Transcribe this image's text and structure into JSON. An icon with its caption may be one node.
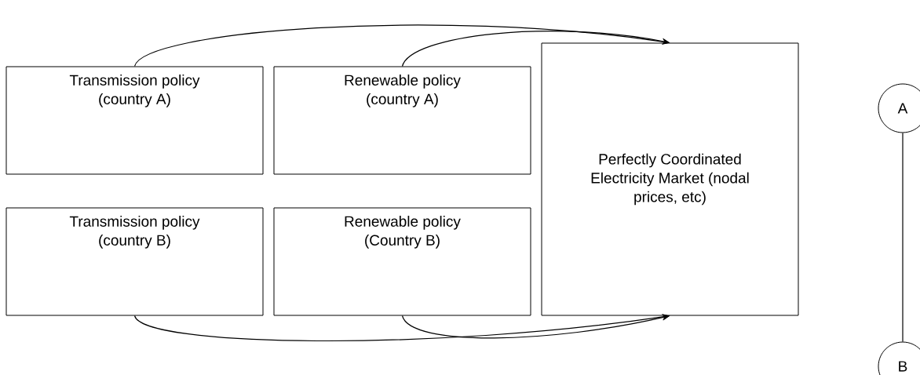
{
  "diagram": {
    "nodes": [
      {
        "text": [
          "Transmission policy (country A)"
        ]
      },
      {
        "text": [
          "Renewable policy (country A)"
        ]
      },
      {
        "text": [
          "Transmission policy (country B)"
        ]
      },
      {
        "text": [
          "Renewable policy (Country B)"
        ]
      },
      {
        "text": [
          "Perfectly Coordinated Electricity Market (nodal prices, etc)"
        ]
      },
      {
        "text": [
          "A"
        ]
      },
      {
        "text": [
          "B"
        ]
      }
    ],
    "edges": [
      {
        "from": 0,
        "to": 4,
        "arrow": "to"
      },
      {
        "from": 1,
        "to": 4,
        "arrow": "to"
      },
      {
        "from": 2,
        "to": 4,
        "arrow": "to"
      },
      {
        "from": 3,
        "to": 4,
        "arrow": "to"
      },
      {
        "from": 5,
        "to": 6,
        "arrow": "none"
      }
    ]
  }
}
